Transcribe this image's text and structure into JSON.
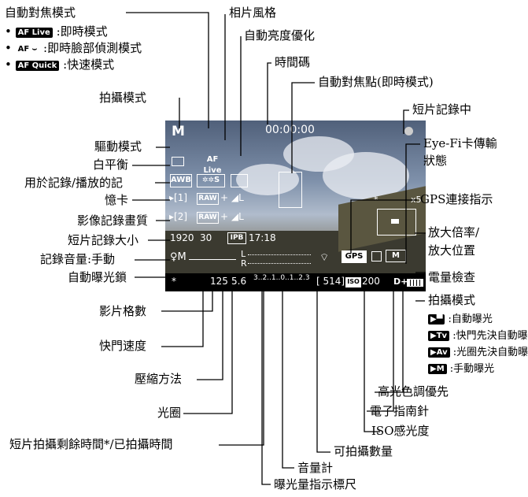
{
  "labels_left": {
    "af_mode": "自動對焦模式",
    "af_live": ":即時模式",
    "af_face": ":即時臉部偵測模式",
    "af_quick": ":快速模式",
    "shooting_mode": "拍攝模式",
    "drive_mode": "驅動模式",
    "white_balance": "白平衡",
    "card_line1": "用於記錄/播放的記",
    "card_line2": "憶卡",
    "image_quality": "影像記錄畫質",
    "movie_size": "短片記錄大小",
    "sound_level": "記錄音量:手動",
    "ae_lock": "自動曝光鎖",
    "frame_rate": "影片格數",
    "shutter_speed": "快門速度",
    "compression": "壓縮方法",
    "aperture": "光圈",
    "time_remaining": "短片拍攝剩餘時間*/已拍攝時間"
  },
  "labels_top": {
    "picture_style": "相片風格",
    "alo": "自動亮度優化",
    "time_code": "時間碼",
    "af_point": "自動對焦點(即時模式)"
  },
  "labels_right": {
    "recording": "短片記錄中",
    "eyefi_line1": "Eye-Fi卡傳輸",
    "eyefi_line2": "狀態",
    "gps": "GPS連接指示",
    "mag_line1": "放大倍率/",
    "mag_line2": "放大位置",
    "battery": "電量檢查",
    "shoot_mode2": "拍攝模式",
    "mode_auto": ":自動曝光",
    "mode_tv": ":快門先決自動曝光",
    "mode_av": ":光圈先決自動曝光",
    "mode_m": ":手動曝光",
    "htp": "高光色調優先",
    "compass": "電子指南針",
    "iso": "ISO感光度",
    "shots": "可拍攝數量",
    "meter": "音量計",
    "exposure_scale": "曝光量指示標尺"
  },
  "af_badges": {
    "live": "AF Live",
    "face": "AF ⌣",
    "quick": "AF Quick"
  },
  "screen": {
    "mode": "M",
    "timecode": "00:00:00",
    "af_live": "AF Live",
    "wb": "AWB",
    "style": "S",
    "raw1": "RAW",
    "raw2": "RAW",
    "size": "1920",
    "fps": "30",
    "ipb": "IPB",
    "time": "17:18",
    "mag": "x5",
    "gps": "GPS",
    "shutter": "125",
    "aperture": "5.6",
    "scale": "3..2..1..0..1..2.3",
    "shots": "[ 514]",
    "iso": "200",
    "iso_icon": "ISO",
    "dplus": "D+",
    "movie_mode": "M",
    "card1": "1",
    "card2": "2",
    "quality": "L",
    "meter_L": "L",
    "meter_R": "R",
    "ae_lock": "*",
    "mag_star": "*"
  },
  "movie_icons": {
    "auto": "",
    "tv": "Tv",
    "av": "Av",
    "m": "M"
  }
}
